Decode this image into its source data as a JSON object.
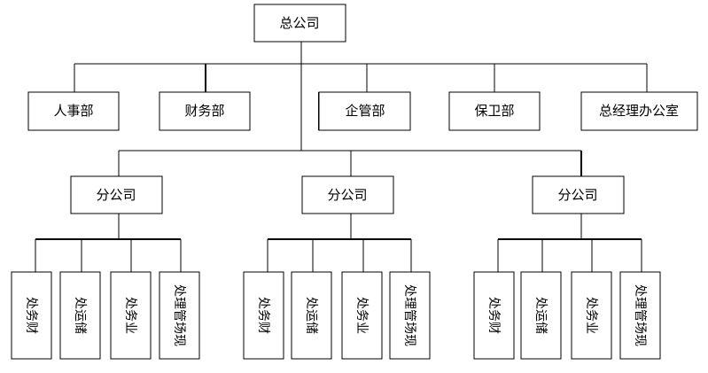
{
  "org_chart": {
    "root": {
      "label": "总公司"
    },
    "departments": [
      {
        "label": "人事部"
      },
      {
        "label": "财务部"
      },
      {
        "label": "企管部"
      },
      {
        "label": "保卫部"
      },
      {
        "label": "总经理办公室"
      }
    ],
    "branches": [
      {
        "label": "分公司",
        "units": [
          {
            "label": "处务财"
          },
          {
            "label": "处运储"
          },
          {
            "label": "处务业"
          },
          {
            "label": "处理管场现"
          }
        ]
      },
      {
        "label": "分公司",
        "units": [
          {
            "label": "处务财"
          },
          {
            "label": "处运储"
          },
          {
            "label": "处务业"
          },
          {
            "label": "处理管场现"
          }
        ]
      },
      {
        "label": "分公司",
        "units": [
          {
            "label": "处务财"
          },
          {
            "label": "处运储"
          },
          {
            "label": "处务业"
          },
          {
            "label": "处理管场现"
          }
        ]
      }
    ]
  }
}
